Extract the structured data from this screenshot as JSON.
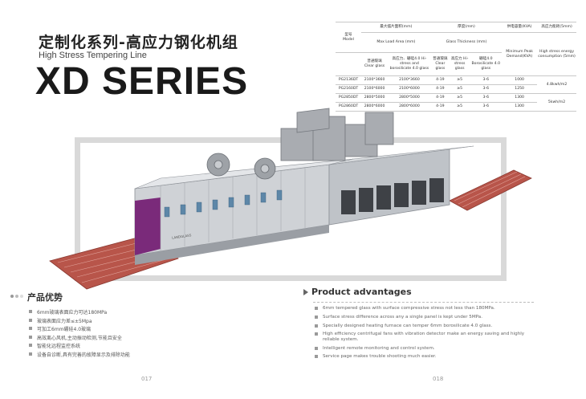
{
  "heading": {
    "title_cn": "定制化系列-高应力钢化机组",
    "subtitle_en": "High Stress Tempering Line",
    "series": "XD SERIES"
  },
  "spec_table": {
    "col_model_cn": "型号",
    "col_model_en": "Model",
    "col_area_cn": "最大摆片面积(mm)",
    "col_area_en": "Max Load Area (mm)",
    "col_thick_cn": "厚度(mm)",
    "col_thick_en": "Glass Thickness (mm)",
    "col_power_cn": "供电容量(KVA)",
    "col_power_en": "Minimum Peak Demand(KVA)",
    "col_energy_cn": "高应力能耗(5mm)",
    "col_energy_en": "High stress energy consumption (5mm)",
    "sub_clear": "普通玻璃 Clear glass",
    "sub_hi": "高应力、硼硅4.0 Hi-stress and borosilicate 4.0 glass",
    "sub_clear2": "普通玻璃 Clear glass",
    "sub_hi2": "高应力 Hi-stress glass",
    "sub_boro": "硼硅4.0 Borosilicate 4.0 glass",
    "rows": [
      {
        "model": "PG2136DT",
        "clear": "2100*3660",
        "hi": "2100*3660",
        "t1": "4-19",
        "t2": "≥5",
        "t3": "3-6",
        "power": "1000"
      },
      {
        "model": "PG2160DT",
        "clear": "2100*6000",
        "hi": "2100*6000",
        "t1": "4-19",
        "t2": "≥5",
        "t3": "3-6",
        "power": "1250"
      },
      {
        "model": "PG2850DT",
        "clear": "2800*5000",
        "hi": "2800*5000",
        "t1": "4-19",
        "t2": "≥5",
        "t3": "3-6",
        "power": "1300"
      },
      {
        "model": "PG2860DT",
        "clear": "2800*6000",
        "hi": "2800*6000",
        "t1": "4-19",
        "t2": "≥5",
        "t3": "3-6",
        "power": "1300"
      }
    ],
    "energy_1": "4.8kwh/m2",
    "energy_2": "5kwh/m2"
  },
  "machine_brand": "LANDGLASS",
  "adv_cn": {
    "title": "产品优势",
    "items": [
      "6mm玻璃表面应力可达180MPa",
      "玻璃表面应力差≤±5Mpa",
      "可加工6mm硼硅4.0玻璃",
      "高效离心风机,主动振动检测,节能且安全",
      "智能化远程监控系统",
      "设备自诊断,具有完善的故障显示及排除功能"
    ]
  },
  "adv_en": {
    "title": "Product advantages",
    "items": [
      "6mm tempered glass with surface compressive stress not less than 180MPa.",
      "Surface stress difference across any a single panel is kept under 5MPa.",
      "Specially designed heating furnace can temper 6mm borosilicate 4.0 glass.",
      "High efficiency centrifugal fans with vibration detector make an energy saving and highly reliable system.",
      "Intelligent remote monitoring and control system.",
      "Service page makes trouble shooting much easier."
    ]
  },
  "page_left": "017",
  "page_right": "018",
  "colors": {
    "accent_purple": "#7a2a7a",
    "conveyor_red": "#b0463c",
    "frame_gray": "#d9d9d9",
    "machine_body": "#c9ccd0"
  }
}
